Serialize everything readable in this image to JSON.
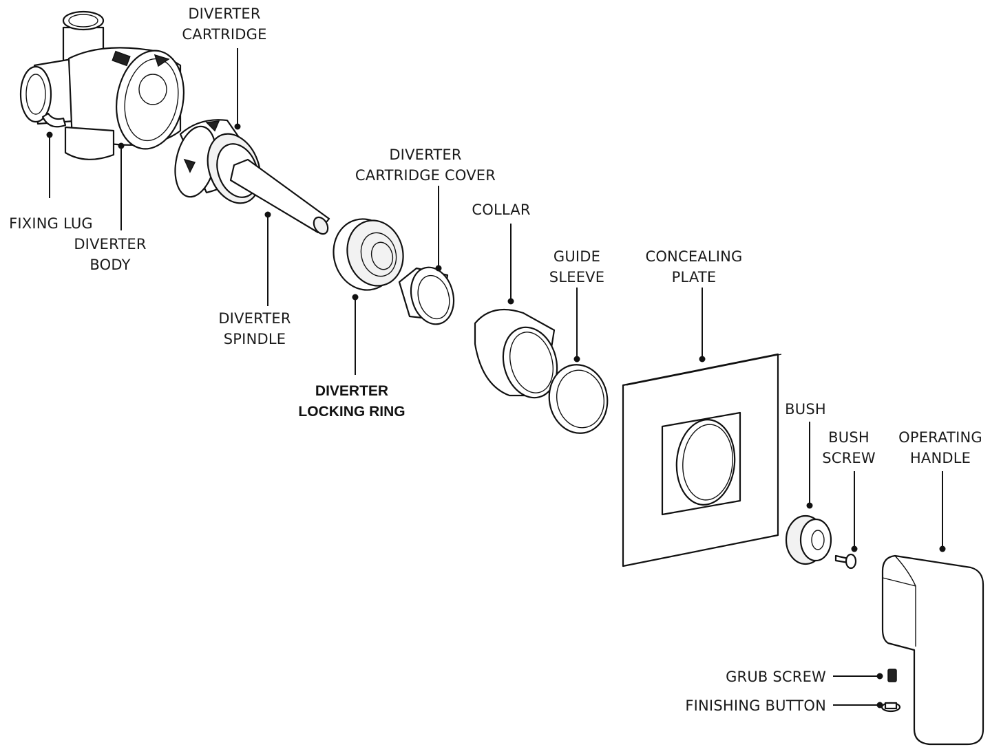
{
  "labels": {
    "diverter_cartridge": [
      "DIVERTER",
      "CARTRIDGE"
    ],
    "fixing_lug": [
      "FIXING LUG"
    ],
    "diverter_body": [
      "DIVERTER",
      "BODY"
    ],
    "diverter_spindle": [
      "DIVERTER",
      "SPINDLE"
    ],
    "diverter_cartridge_cover": [
      "DIVERTER",
      "CARTRIDGE COVER"
    ],
    "collar": [
      "COLLAR"
    ],
    "diverter_locking_ring": [
      "DIVERTER",
      "LOCKING RING"
    ],
    "guide_sleeve": [
      "GUIDE",
      "SLEEVE"
    ],
    "concealing_plate": [
      "CONCEALING",
      "PLATE"
    ],
    "bush": [
      "BUSH"
    ],
    "bush_screw": [
      "BUSH",
      "SCREW"
    ],
    "operating_handle": [
      "OPERATING",
      "HANDLE"
    ],
    "grub_screw": [
      "GRUB SCREW"
    ],
    "finishing_button": [
      "FINISHING BUTTON"
    ]
  }
}
